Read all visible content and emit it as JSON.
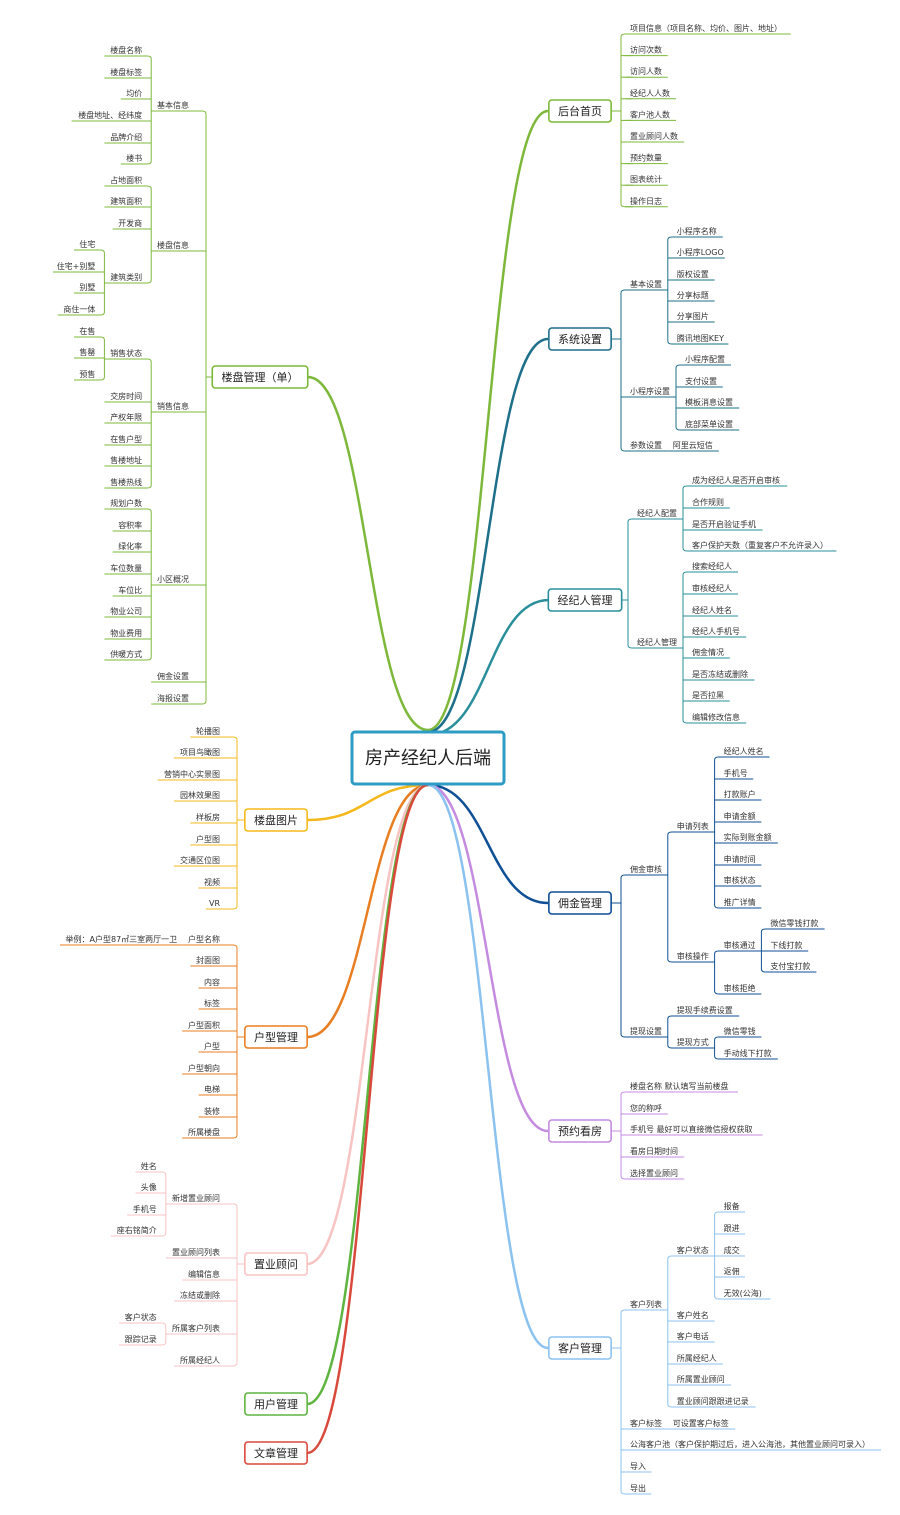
{
  "root": {
    "label": "房产经纪人后端"
  },
  "branches": [
    {
      "id": "houtai",
      "label": "后台首页",
      "color": "#7db83a",
      "children": [
        "项目信息（项目名称、均价、图片、地址）",
        "访问次数",
        "访问人数",
        "经纪人人数",
        "客户池人数",
        "置业顾问人数",
        "预约数量",
        "图表统计",
        "操作日志"
      ]
    },
    {
      "id": "xitong",
      "label": "系统设置",
      "color": "#1d6f8a",
      "groups": [
        {
          "label": "基本设置",
          "items": [
            "小程序名称",
            "小程序LOGO",
            "版权设置",
            "分享标题",
            "分享图片",
            "腾讯地图KEY"
          ]
        },
        {
          "label": "小程序设置",
          "items": [
            "小程序配置",
            "支付设置",
            "模板消息设置",
            "底部菜单设置"
          ]
        },
        {
          "label": "参数设置",
          "items": [
            "阿里云短信"
          ]
        }
      ]
    },
    {
      "id": "jingjiren",
      "label": "经纪人管理",
      "color": "#2a8f9a",
      "groups": [
        {
          "label": "经纪人配置",
          "items": [
            "成为经纪人是否开启审核",
            "合作规则",
            "是否开启验证手机",
            "客户保护天数（重复客户不允许录入）"
          ]
        },
        {
          "label": "经纪人管理",
          "items": [
            "搜索经纪人",
            "审核经纪人",
            "经纪人姓名",
            "经纪人手机号",
            "佣金情况",
            "是否冻结或删除",
            "是否拉黑",
            "编辑修改信息"
          ]
        }
      ]
    },
    {
      "id": "yongjin",
      "label": "佣金管理",
      "color": "#0e4f95",
      "sections": [
        {
          "label": "佣金审核",
          "subs": [
            {
              "label": "申请列表",
              "items": [
                "经纪人姓名",
                "手机号",
                "打款账户",
                "申请金额",
                "实际到账金额",
                "申请时间",
                "审核状态",
                "推广详情"
              ]
            },
            {
              "label": "审核操作",
              "items": [
                {
                  "label": "审核通过",
                  "items": [
                    "微信零钱打款",
                    "下线打款",
                    "支付宝打款"
                  ]
                },
                {
                  "label": "审核拒绝"
                }
              ]
            }
          ]
        },
        {
          "label": "提现设置",
          "subs": [
            {
              "label": "提现手续费设置"
            },
            {
              "label": "提现方式",
              "items": [
                "微信零钱",
                "手动线下打款"
              ]
            }
          ]
        }
      ]
    },
    {
      "id": "yuyue",
      "label": "预约看房",
      "color": "#c48be0",
      "children": [
        "楼盘名称 默认填写当前楼盘",
        "您的称呼",
        "手机号 最好可以直接微信授权获取",
        "看房日期时间",
        "选择置业顾问"
      ]
    },
    {
      "id": "kehu",
      "label": "客户管理",
      "color": "#8cc2ef",
      "list": {
        "label": "客户列表",
        "status": {
          "label": "客户状态",
          "items": [
            "报备",
            "跟进",
            "成交",
            "返佣",
            "无效(公海)"
          ]
        },
        "items": [
          "客户姓名",
          "客户电话",
          "所属经纪人",
          "所属置业顾问",
          "置业顾问跟跟进记录"
        ]
      },
      "tags": {
        "label": "客户标签",
        "item": "可设置客户标签"
      },
      "extra": [
        "公海客户池（客户保护期过后，进入公海池，其他置业顾问可录入）",
        "导入",
        "导出"
      ]
    },
    {
      "id": "loupan",
      "label": "楼盘管理（单）",
      "color": "#7db83a",
      "groups": [
        {
          "label": "基本信息",
          "items": [
            "楼盘名称",
            "楼盘标签",
            "均价",
            "楼盘地址、经纬度",
            "品牌介绍",
            "楼书"
          ]
        },
        {
          "label": "楼盘信息",
          "items": [
            "占地面积",
            "建筑面积",
            "开发商",
            "建筑类别"
          ],
          "building_types": [
            "住宅",
            "住宅+别墅",
            "别墅",
            "商住一体"
          ]
        },
        {
          "label": "销售信息",
          "status": {
            "label": "销售状态",
            "items": [
              "在售",
              "售罄",
              "预售"
            ]
          },
          "items": [
            "交房时间",
            "产权年限",
            "在售户型",
            "售楼地址",
            "售楼热线"
          ]
        },
        {
          "label": "小区概况",
          "items": [
            "规划户数",
            "容积率",
            "绿化率",
            "车位数量",
            "车位比",
            "物业公司",
            "物业费用",
            "供暖方式"
          ]
        },
        {
          "label": "佣金设置"
        },
        {
          "label": "海报设置"
        }
      ]
    },
    {
      "id": "tupian",
      "label": "楼盘图片",
      "color": "#f5b81c",
      "children": [
        "轮播图",
        "项目鸟瞰图",
        "营销中心实景图",
        "园林效果图",
        "样板房",
        "户型图",
        "交通区位图",
        "视频",
        "VR"
      ]
    },
    {
      "id": "huxing",
      "label": "户型管理",
      "color": "#e87e21",
      "example": "举例：A户型87㎡三室两厅一卫",
      "children": [
        "户型名称",
        "封面图",
        "内容",
        "标签",
        "户型面积",
        "户型",
        "户型朝向",
        "电梯",
        "装修",
        "所属楼盘"
      ]
    },
    {
      "id": "guwen",
      "label": "置业顾问",
      "color": "#f7c3c3",
      "children": [
        {
          "label": "新增置业顾问",
          "items": [
            "姓名",
            "头像",
            "手机号",
            "座右铭简介"
          ]
        },
        {
          "label": "置业顾问列表"
        },
        {
          "label": "编辑信息"
        },
        {
          "label": "冻结或删除"
        },
        {
          "label": "所属客户列表",
          "items": [
            "客户状态",
            "跟踪记录"
          ]
        },
        {
          "label": "所属经纪人"
        }
      ]
    },
    {
      "id": "yonghu",
      "label": "用户管理",
      "color": "#5fb440"
    },
    {
      "id": "wenzhang",
      "label": "文章管理",
      "color": "#d9493b"
    }
  ]
}
